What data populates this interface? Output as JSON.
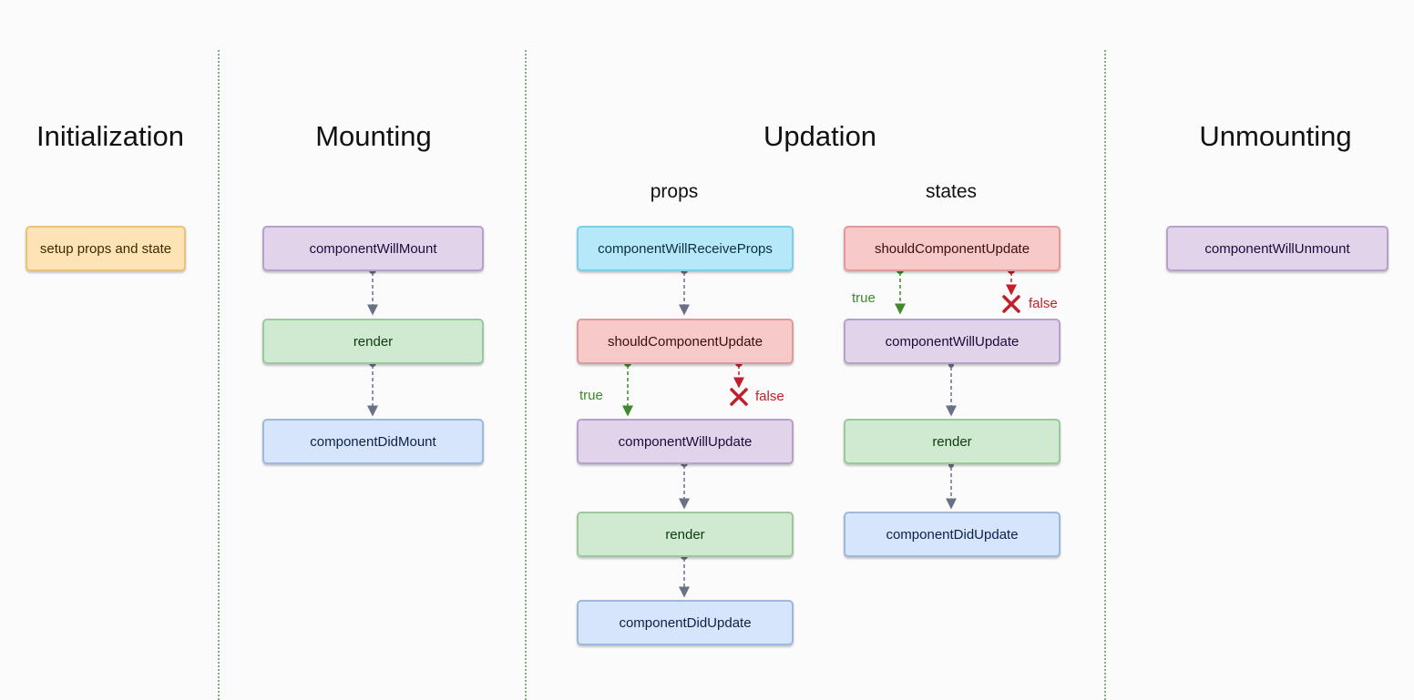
{
  "sections": {
    "initialization": "Initialization",
    "mounting": "Mounting",
    "updation": "Updation",
    "unmounting": "Unmounting"
  },
  "subsections": {
    "props": "props",
    "states": "states"
  },
  "initialization": {
    "setup": "setup props and state"
  },
  "mounting": {
    "will_mount": "componentWillMount",
    "render": "render",
    "did_mount": "componentDidMount"
  },
  "updation_props": {
    "will_receive_props": "componentWillReceiveProps",
    "should_update": "shouldComponentUpdate",
    "will_update": "componentWillUpdate",
    "render": "render",
    "did_update": "componentDidUpdate",
    "true_label": "true",
    "false_label": "false"
  },
  "updation_states": {
    "should_update": "shouldComponentUpdate",
    "will_update": "componentWillUpdate",
    "render": "render",
    "did_update": "componentDidUpdate",
    "true_label": "true",
    "false_label": "false"
  },
  "unmounting": {
    "will_unmount": "componentWillUnmount"
  },
  "colors": {
    "divider": "#7fae7f",
    "connector": "#6a7186",
    "true_branch": "#3e8a2b",
    "false_branch": "#c0202a"
  }
}
